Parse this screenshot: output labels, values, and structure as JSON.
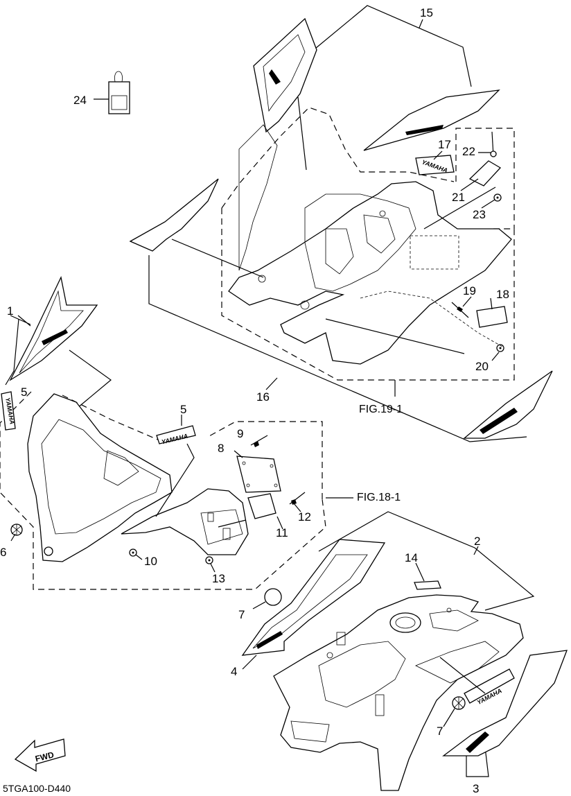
{
  "callouts": [
    {
      "id": "1",
      "label": "1"
    },
    {
      "id": "2",
      "label": "2"
    },
    {
      "id": "3",
      "label": "3"
    },
    {
      "id": "4",
      "label": "4"
    },
    {
      "id": "5a",
      "label": "5"
    },
    {
      "id": "5b",
      "label": "5"
    },
    {
      "id": "6",
      "label": "6"
    },
    {
      "id": "7a",
      "label": "7"
    },
    {
      "id": "7b",
      "label": "7"
    },
    {
      "id": "8",
      "label": "8"
    },
    {
      "id": "9",
      "label": "9"
    },
    {
      "id": "10",
      "label": "10"
    },
    {
      "id": "11",
      "label": "11"
    },
    {
      "id": "12",
      "label": "12"
    },
    {
      "id": "13",
      "label": "13"
    },
    {
      "id": "14",
      "label": "14"
    },
    {
      "id": "15",
      "label": "15"
    },
    {
      "id": "16",
      "label": "16"
    },
    {
      "id": "17",
      "label": "17"
    },
    {
      "id": "18",
      "label": "18"
    },
    {
      "id": "19",
      "label": "19"
    },
    {
      "id": "20",
      "label": "20"
    },
    {
      "id": "21",
      "label": "21"
    },
    {
      "id": "22",
      "label": "22"
    },
    {
      "id": "23",
      "label": "23"
    },
    {
      "id": "24",
      "label": "24"
    }
  ],
  "figure_refs": {
    "fig19": "FIG.19-1",
    "fig18": "FIG.18-1"
  },
  "diagram_code": "5TGA100-D440",
  "fwd_label": "FWD",
  "emblem_text": "YAMAHA"
}
